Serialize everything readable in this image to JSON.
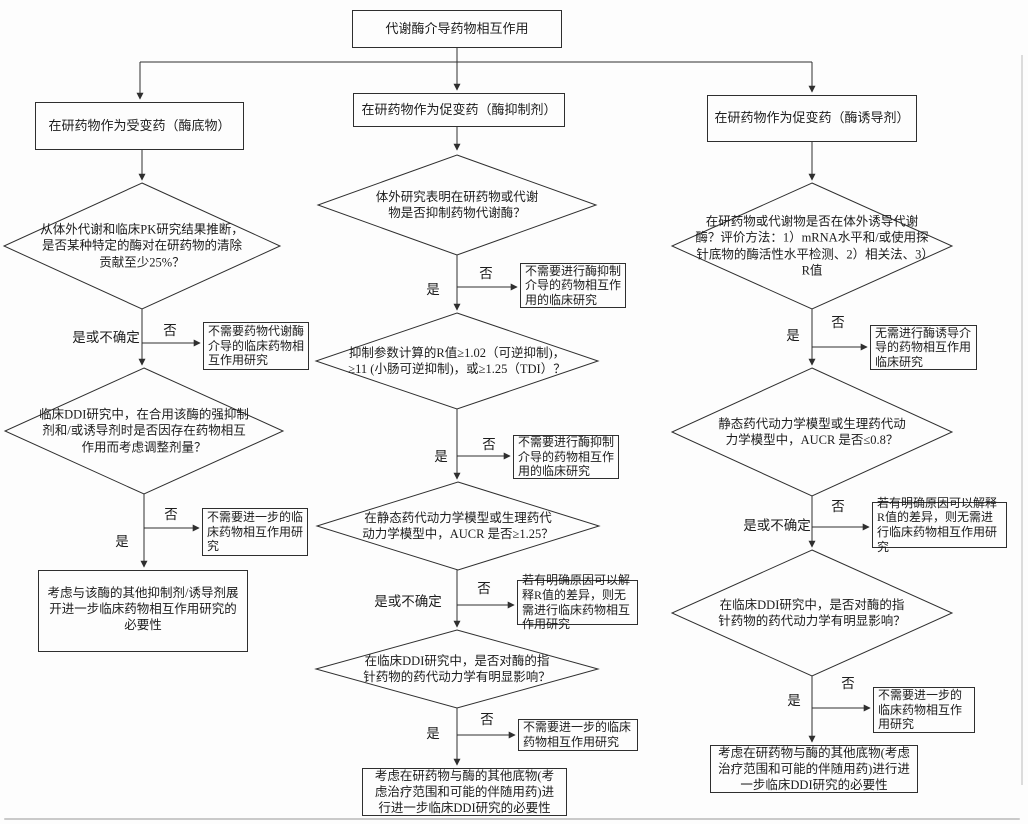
{
  "labels": {
    "yes": "是",
    "no": "否",
    "yes_or_uncertain": "是或不确定"
  },
  "nodes": {
    "root": "代谢酶介导药物相互作用",
    "substrate": {
      "header": "在研药物作为受变药（酶底物）",
      "q1": "从体外代谢和临床PK研究结果推断，是否某种特定的酶对在研药物的清除贡献至少25%？",
      "q1_no_result": "不需要药物代谢酶介导的临床药物相互作用研究",
      "q2": "临床DDI研究中，在合用该酶的强抑制剂和/或诱导剂时是否因存在药物相互作用而考虑调整剂量？",
      "q2_no_result": "不需要进一步的临床药物相互作用研究",
      "final": "考虑与该酶的其他抑制剂/诱导剂展开进一步临床药物相互作用研究的必要性"
    },
    "inhibitor": {
      "header": "在研药物作为促变药（酶抑制剂）",
      "q1": "体外研究表明在研药物或代谢物是否抑制药物代谢酶？",
      "q1_no_result": "不需要进行酶抑制介导的药物相互作用的临床研究",
      "q2": "抑制参数计算的R值≥1.02（可逆抑制)，≥11 (小肠可逆抑制)，或≥1.25（TDI）？",
      "q2_no_result": "不需要进行酶抑制介导的药物相互作用的临床研究",
      "q3": "在静态药代动力学模型或生理药代动力学模型中，AUCR 是否≥1.25？",
      "q3_no_result": "若有明确原因可以解释R值的差异，则无需进行临床药物相互作用研究",
      "q4": "在临床DDI研究中，是否对酶的指针药物的药代动力学有明显影响？",
      "q4_no_result": "不需要进一步的临床药物相互作用研究",
      "final": "考虑在研药物与酶的其他底物(考虑治疗范围和可能的伴随用药)进行进一步临床DDI研究的必要性"
    },
    "inducer": {
      "header": "在研药物作为促变药（酶诱导剂）",
      "q1": "在研药物或代谢物是否在体外诱导代谢酶？评价方法：1）mRNA水平和/或使用探针底物的酶活性水平检测、2）相关法、3）R值",
      "q1_no_result": "无需进行酶诱导介导的药物相互作用临床研究",
      "q2": "静态药代动力学模型或生理药代动力学模型中，AUCR 是否≤0.8？",
      "q2_no_result": "若有明确原因可以解释R值的差异，则无需进行临床药物相互作用研究",
      "q3": "在临床DDI研究中，是否对酶的指针药物的药代动力学有明显影响？",
      "q3_no_result": "不需要进一步的临床药物相互作用研究",
      "final": "考虑在研药物与酶的其他底物(考虑治疗范围和可能的伴随用药)进行进一步临床DDI研究的必要性"
    }
  }
}
